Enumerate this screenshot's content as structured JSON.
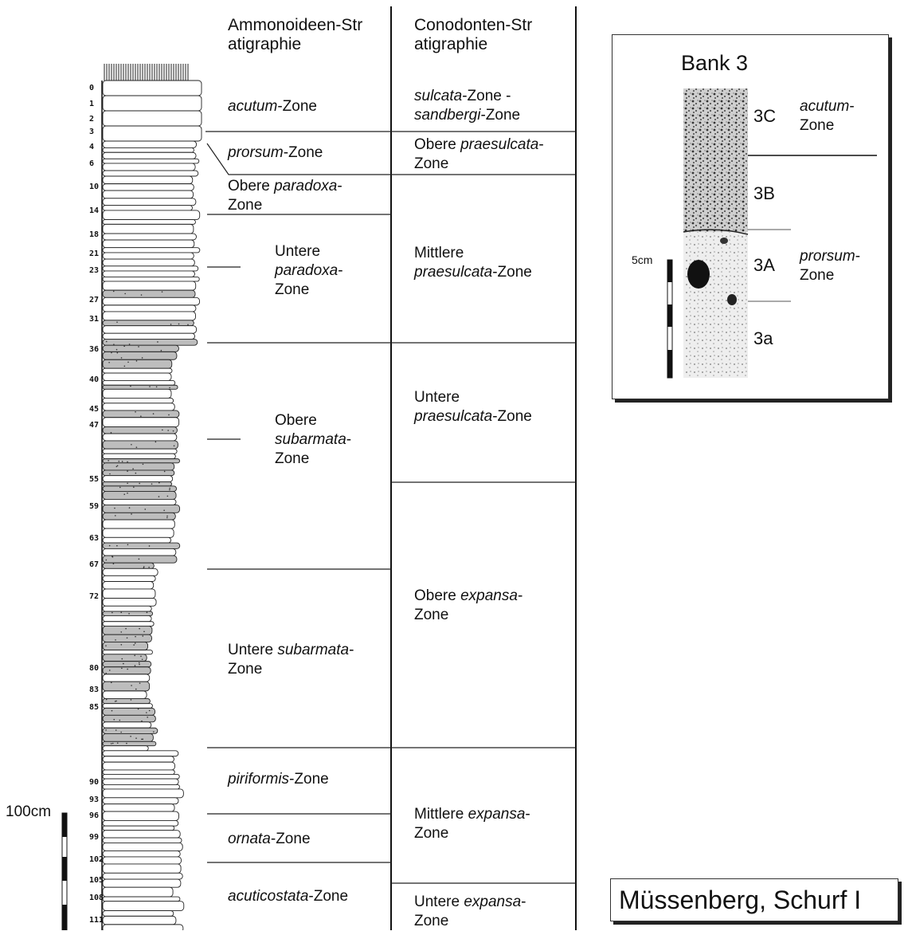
{
  "headers": {
    "ammonoid": "Ammonoideen-Stratigraphie",
    "conodont": "Conodonten-Stratigraphie"
  },
  "bed_numbers": [
    "0",
    "1",
    "2",
    "3",
    "4",
    "6",
    "10",
    "14",
    "18",
    "21",
    "23",
    "27",
    "31",
    "36",
    "40",
    "45",
    "47",
    "55",
    "59",
    "63",
    "67",
    "72",
    "80",
    "83",
    "85",
    "90",
    "93",
    "96",
    "99",
    "102",
    "105",
    "108",
    "111"
  ],
  "scale": {
    "label": "100cm"
  },
  "ammonoid_zones": [
    {
      "italic": "acutum",
      "rest": "-Zone"
    },
    {
      "italic": "prorsum",
      "rest": "-Zone"
    },
    {
      "pre": "Obere ",
      "italic": "paradoxa",
      "rest": "-",
      "line2": "Zone"
    },
    {
      "pre": "Untere",
      "italic": "paradoxa",
      "rest": "-",
      "line3": "Zone"
    },
    {
      "pre": "Obere",
      "italic": "subarmata",
      "rest": "-",
      "line3": "Zone"
    },
    {
      "pre": "Untere ",
      "italic": "subarmata",
      "rest": "-",
      "line2": "Zone"
    },
    {
      "italic": "piriformis",
      "rest": "-Zone"
    },
    {
      "italic": "ornata",
      "rest": "-Zone"
    },
    {
      "italic": "acuticostata",
      "rest": "-Zone"
    }
  ],
  "conodont_zones": [
    {
      "italic": "sulcata",
      "rest": "-Zone -",
      "italic2": "sandbergi",
      "rest2": "-Zone"
    },
    {
      "pre": "Obere ",
      "italic": "praesulcata",
      "rest": "-",
      "line2": "Zone"
    },
    {
      "pre": "Mittlere",
      "italic": "praesulcata",
      "rest": "-Zone"
    },
    {
      "pre": "Untere",
      "italic": "praesulcata",
      "rest": "-Zone"
    },
    {
      "pre": "Obere ",
      "italic": "expansa",
      "rest": "-",
      "line2": "Zone"
    },
    {
      "pre": "Mittlere ",
      "italic": "expansa",
      "rest": "-",
      "line2": "Zone"
    },
    {
      "pre": "Untere ",
      "italic": "expansa",
      "rest": "-",
      "line2": "Zone"
    }
  ],
  "inset": {
    "title": "Bank 3",
    "labels": [
      "3C",
      "3B",
      "3A",
      "3a"
    ],
    "scale_label": "5cm",
    "zone_upper": {
      "italic": "acutum",
      "rest": "-",
      "line2": "Zone"
    },
    "zone_lower": {
      "italic": "prorsum",
      "rest": "-",
      "line2": "Zone"
    }
  },
  "location_title": "Müssenberg, Schurf I"
}
